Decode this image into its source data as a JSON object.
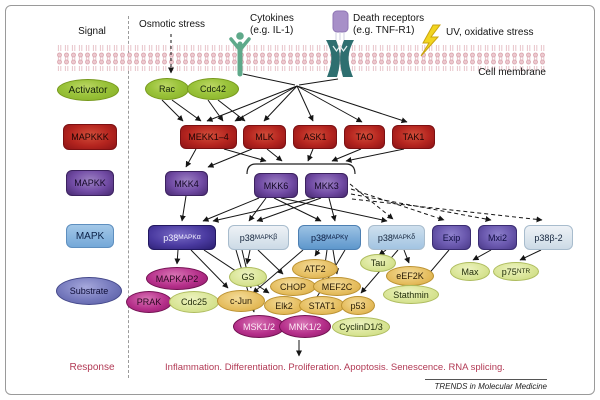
{
  "row_labels": {
    "signal": "Signal",
    "activator": "Activator",
    "mapkkk": "MAPKKK",
    "mapkk": "MAPKK",
    "mapk": "MAPK",
    "substrate": "Substrate",
    "response": "Response"
  },
  "signals": {
    "osmotic": "Osmotic stress",
    "cytokines_line1": "Cytokines",
    "cytokines_line2": "(e.g. IL-1)",
    "death_line1": "Death receptors",
    "death_line2": "(e.g. TNF-R1)",
    "uv": "UV, oxidative stress",
    "cell_membrane": "Cell membrane"
  },
  "icons": {
    "cytokine_receptor": "cytokine-receptor-icon",
    "death_receptor": "death-receptor-icon",
    "uv_bolt": "lightning-bolt-icon"
  },
  "activators": {
    "rac": "Rac",
    "cdc42": "Cdc42"
  },
  "mapkkk": {
    "mekk14": "MEKK1–4",
    "mlk": "MLK",
    "ask1": "ASK1",
    "tao": "TAO",
    "tak1": "TAK1"
  },
  "mapkk": {
    "mkk4": "MKK4",
    "mkk6": "MKK6",
    "mkk3": "MKK3"
  },
  "mapk": {
    "p38a": {
      "base": "p38",
      "sup": "MAPK",
      "sub": "α"
    },
    "p38b": {
      "base": "p38",
      "sup": "MAPK",
      "sub": "β"
    },
    "p38g": {
      "base": "p38",
      "sup": "MAPK",
      "sub": "γ"
    },
    "p38d": {
      "base": "p38",
      "sup": "MAPK",
      "sub": "δ"
    },
    "exip": "Exip",
    "mxi2": "Mxi2",
    "p38b2": "p38β-2"
  },
  "substrates": {
    "mapkap2": "MAPKAP2",
    "prak": "PRAK",
    "cdc25": "Cdc25",
    "gs": "GS",
    "cjun": "c-Jun",
    "atf2": "ATF2",
    "chop": "CHOP",
    "mef2c": "MEF2C",
    "elk2": "Elk2",
    "stat1": "STAT1",
    "p53": "p53",
    "tau": "Tau",
    "eef2k": "eEF2K",
    "stathmin": "Stathmin",
    "msk12": "MSK1/2",
    "mnk12": "MNK1/2",
    "cyclind13": "CyclinD1/3",
    "max": "Max",
    "p75": {
      "base": "p75",
      "sup": "NTR"
    }
  },
  "response_text": "Inflammation. Differentiation. Proliferation. Apoptosis. Senescence. RNA splicing.",
  "credit": "TRENDS in Molecular Medicine",
  "colors": {
    "activator_green": "#8db832",
    "mapkkk_red": "#a81f1f",
    "mapkk_purple": "#6a4a9c",
    "mapk_blue": "#7fb2dc",
    "p38alpha_dark": "#4a3aa0",
    "substrate_magenta": "#b52f8a",
    "substrate_gold": "#e5bd5e",
    "substrate_lightgreen": "#d8e494",
    "response_red": "#b23a55",
    "membrane_pink": "#e3b7bd"
  }
}
